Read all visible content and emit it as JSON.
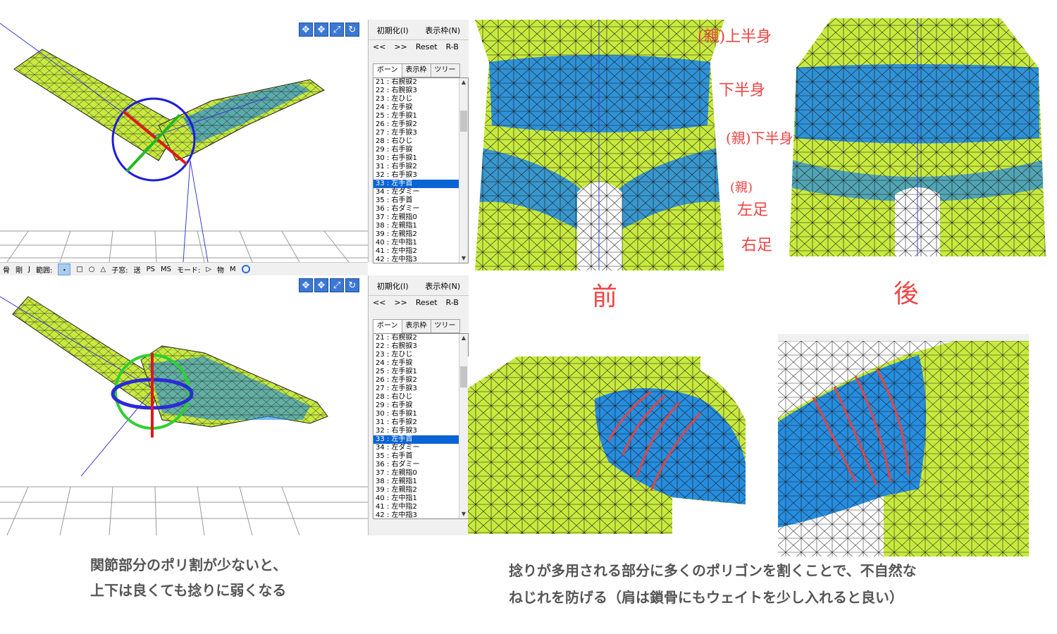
{
  "panel": {
    "reset_init": "初期化(I)",
    "display_frame": "表示枠(N)",
    "prev": "<<",
    "next": ">>",
    "reset": "Reset",
    "rb": "R-B",
    "tabs": [
      "ボーン",
      "表示枠",
      "ツリー"
    ],
    "bones": [
      "21 : 右腕捩2",
      "22 : 右腕捩3",
      "23 : 左ひじ",
      "24 : 左手捩",
      "25 : 左手捩1",
      "26 : 左手捩2",
      "27 : 左手捩3",
      "28 : 右ひじ",
      "29 : 右手捩",
      "30 : 右手捩1",
      "31 : 右手捩2",
      "32 : 右手捩3",
      "33 : 左手首",
      "34 : 左ダミー",
      "35 : 右手首",
      "36 : 右ダミー",
      "37 : 左親指0",
      "38 : 左親指1",
      "39 : 左親指2",
      "40 : 左中指1",
      "41 : 左中指2",
      "42 : 左中指3"
    ],
    "selected_index": 12
  },
  "toolbar": {
    "items": [
      "骨",
      "剛",
      "J",
      "範囲:",
      "・",
      "□",
      "○",
      "△",
      "子窓:",
      "送",
      "PS",
      "MS",
      "モード:",
      "▷",
      "物",
      "M"
    ]
  },
  "annotations": {
    "front_label": "前",
    "back_label": "後",
    "side_notes": [
      "(親)上半身",
      "下半身",
      "(親)下半身",
      "(親)",
      "左足",
      "右足"
    ]
  },
  "captions": {
    "left_line1": "関節部分のポリ割が少ないと、",
    "left_line2": "上下は良くても捻りに弱くなる",
    "right_line1": "捻りが多用される部分に多くのポリゴンを割くことで、不自然な",
    "right_line2": "ねじれを防げる（肩は鎖骨にもウェイトを少し入れると良い）"
  },
  "colors": {
    "mesh_green": "#c8ea3e",
    "weight_blue": "#1e88e8",
    "selection_blue": "#0a64d4",
    "handwriting_red": "#ee4444",
    "caption_gray": "#555555"
  }
}
